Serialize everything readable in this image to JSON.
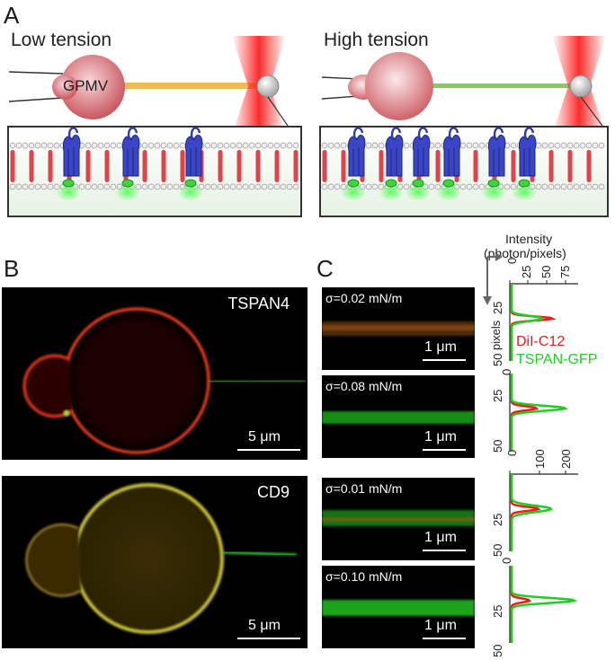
{
  "panels": {
    "A": "A",
    "B": "B",
    "C": "C"
  },
  "schematic": {
    "low_title": "Low tension",
    "high_title": "High tension",
    "vesicle_label": "GPMV"
  },
  "microscopy_B": [
    {
      "label": "TSPAN4",
      "scale": "5 μm"
    },
    {
      "label": "CD9",
      "scale": "5 μm"
    }
  ],
  "microscopy_C": [
    {
      "sigma": "σ=0.02 mN/m",
      "scale": "1 μm"
    },
    {
      "sigma": "σ=0.08 mN/m",
      "scale": "1 μm"
    },
    {
      "sigma": "σ=0.01 mN/m",
      "scale": "1 μm"
    },
    {
      "sigma": "σ=0.10 mN/m",
      "scale": "1 μm"
    }
  ],
  "profile_axes": {
    "intensity_label_1": "Intensity",
    "intensity_label_2": "(photon/pixels)",
    "pixels_label": "pixels",
    "top_ticks": [
      "0",
      "25",
      "50",
      "75"
    ],
    "mid_ticks": [
      "0",
      "100",
      "200"
    ],
    "y_ticks": [
      "25",
      "50"
    ],
    "zero_tick": "0"
  },
  "legend": {
    "dil": "DiI-C12",
    "gfp": "TSPAN-GFP"
  },
  "colors": {
    "red": "#e8201c",
    "green": "#22cc22",
    "protein": "#2c3cb8"
  }
}
